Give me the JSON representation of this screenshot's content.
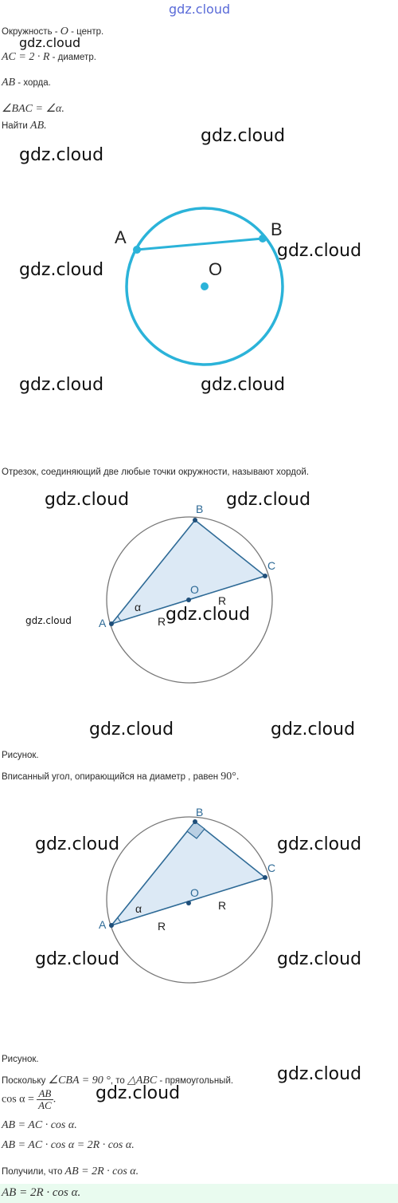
{
  "watermark": "gdz.cloud",
  "given": {
    "l1_word": "Окружность - ",
    "l1_sym": "O",
    "l1_rest": " - центр.",
    "l2_math": "AC = 2 · R",
    "l2_rest": " - диаметр.",
    "l3_math": "AB",
    "l3_rest": " - хорда.",
    "l4_math": "∠BAC = ∠α.",
    "l5_word": "Найти ",
    "l5_math": "AB."
  },
  "fig1": {
    "label_a": "A",
    "label_b": "B",
    "label_o": "O",
    "color": "#2bb3d9"
  },
  "chord_def": "Отрезок, соединяющий две любые точки окружности, называют хордой.",
  "fig2": {
    "label_a": "A",
    "label_b": "B",
    "label_c": "C",
    "label_o": "O",
    "label_r1": "R",
    "label_r2": "R",
    "label_alpha": "α"
  },
  "caption1": "Рисунок.",
  "inscribed": "Вписанный угол, опирающийся на диаметр , равен ",
  "inscribed_deg": "90°.",
  "fig3": {
    "label_a": "A",
    "label_b": "B",
    "label_c": "C",
    "label_o": "O",
    "label_r1": "R",
    "label_r2": "R",
    "label_alpha": "α"
  },
  "caption2": "Рисунок.",
  "since": {
    "w1": "Поскольку ",
    "m1": "∠CBA = 90 °",
    "w2": ", то ",
    "m2": "△ABC",
    "w3": " - прямоугольный."
  },
  "cos_lhs": "cos α =",
  "cos_num": "AB",
  "cos_den": "AC",
  "cos_dot": ".",
  "eq1": "AB = AC · cos α.",
  "eq2": "AB = AC · cos α = 2R · cos α.",
  "got_word": "Получили, что ",
  "got_math": "AB = 2R · cos α.",
  "answer": "AB = 2R · cos α."
}
